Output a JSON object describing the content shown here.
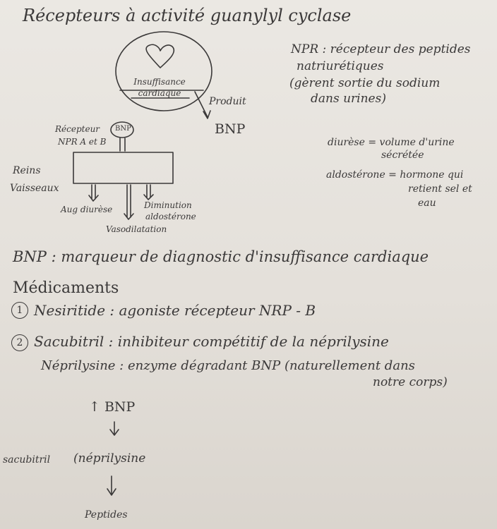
{
  "title": "Récepteurs à activité guanylyl cyclase",
  "diagram": {
    "heart_label": "Insuffisance cardiaque",
    "produit": "Produit",
    "bnp": "BNP",
    "receptor_label_1": "Récepteur",
    "receptor_label_2": "NPR A et B",
    "receptor_bnp": "BNP",
    "reins": "Reins",
    "vaisseaux": "Vaisseaux",
    "aug_diurese": "Aug diurèse",
    "diminution_1": "Diminution",
    "diminution_2": "aldostérone",
    "vasodilatation": "Vasodilatation"
  },
  "notes": {
    "npr_1": "NPR : récepteur des peptides",
    "npr_2": "natriurétiques",
    "npr_3": "(gèrent sortie du sodium",
    "npr_4": "dans urines)",
    "diurese_1": "diurèse = volume d'urine",
    "diurese_2": "sécrétée",
    "aldo_1": "aldostérone = hormone qui",
    "aldo_2": "retient sel et",
    "aldo_3": "eau"
  },
  "bnp_marker": "BNP : marqueur de diagnostic d'insuffisance cardiaque",
  "medicaments": {
    "heading": "Médicaments",
    "item1_num": "1",
    "item1": "Nesiritide : agoniste récepteur NRP - B",
    "item2_num": "2",
    "item2": "Sacubitril : inhibiteur compétitif de la néprilysine",
    "neprilysine_1": "Néprilysine : enzyme dégradant BNP (naturellement dans",
    "neprilysine_2": "notre corps)"
  },
  "flow": {
    "up_bnp": "↑ BNP",
    "sacubitril": "sacubitril",
    "neprilysine": "(néprilysine",
    "peptides": "Peptides"
  }
}
